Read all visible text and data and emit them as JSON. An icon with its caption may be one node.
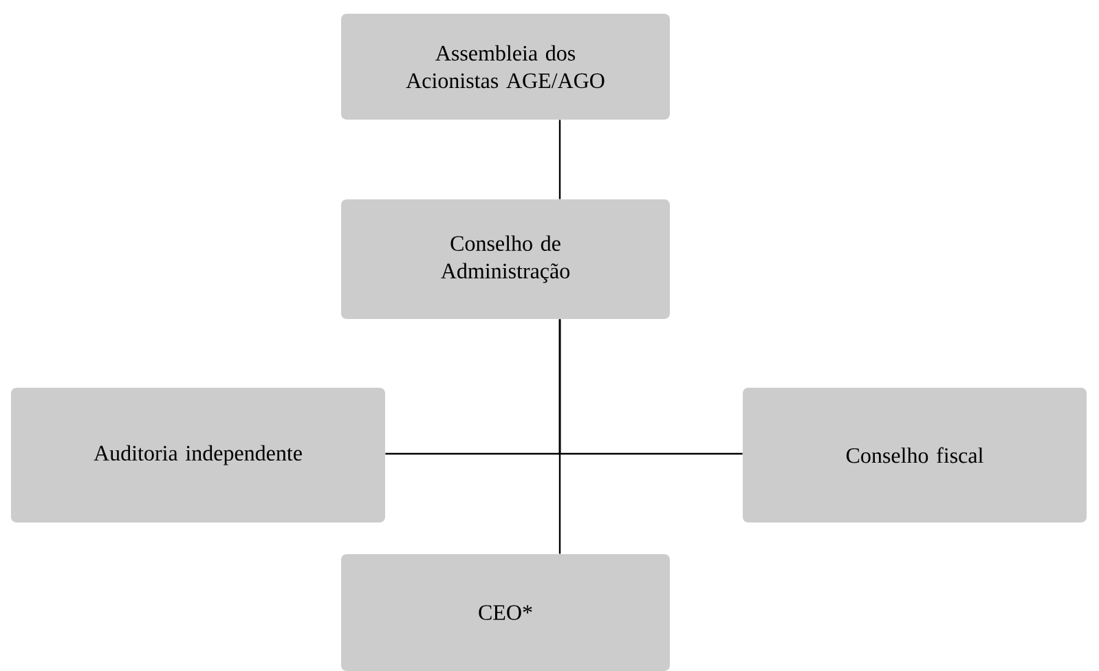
{
  "diagram": {
    "nodes": [
      {
        "text": [
          "Assembleia dos Acionistas AGE/AGO"
        ]
      },
      {
        "text": [
          "Conselho de Administração"
        ]
      },
      {
        "text": [
          "Auditoria independente"
        ]
      },
      {
        "text": [
          "Conselho fiscal"
        ]
      },
      {
        "text": [
          "CEO*"
        ]
      }
    ],
    "edges": [
      {
        "from": 0,
        "to": 1,
        "arrow": "none"
      },
      {
        "from": 1,
        "to": 4,
        "arrow": "none"
      },
      {
        "from": 1,
        "to": 2,
        "arrow": "none"
      },
      {
        "from": 1,
        "to": 3,
        "arrow": "none"
      }
    ]
  }
}
